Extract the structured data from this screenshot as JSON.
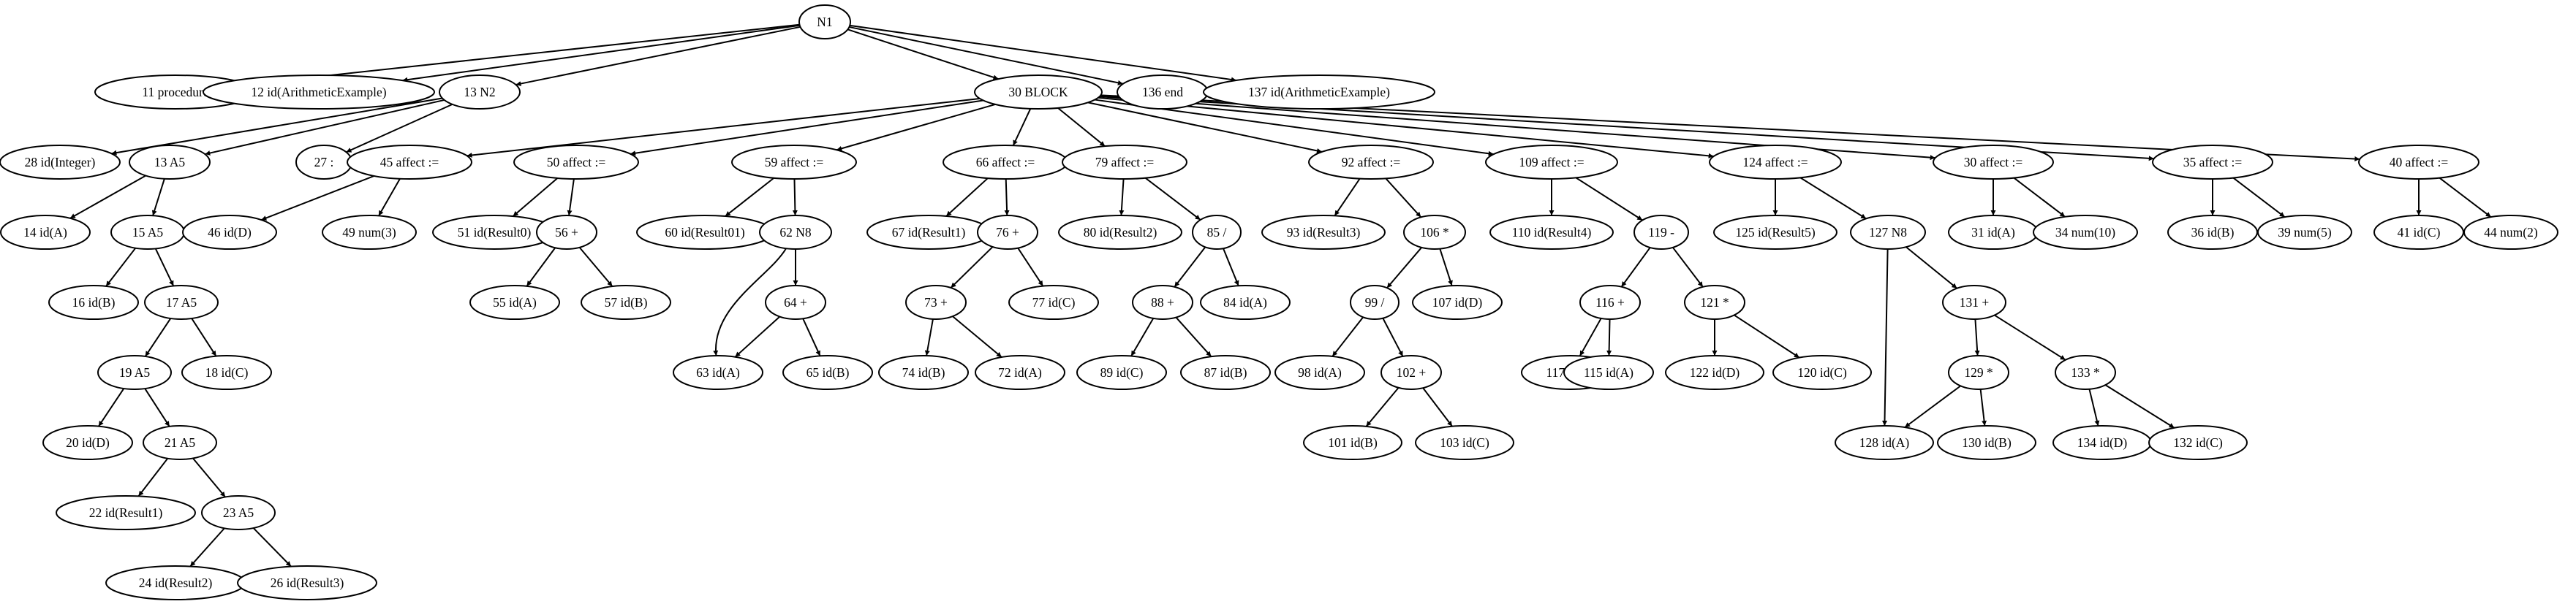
{
  "diagram": {
    "nodes": {
      "N1": "N1",
      "n11": "11 procedure",
      "n12": "12 id(ArithmeticExample)",
      "n13N2": "13 N2",
      "n30": "30 BLOCK",
      "n136": "136 end",
      "n137": "137 id(ArithmeticExample)",
      "n28": "28 id(Integer)",
      "n13A5": "13 A5",
      "n27": "27 :",
      "n14": "14 id(A)",
      "n15": "15 A5",
      "n16": "16 id(B)",
      "n17": "17 A5",
      "n19": "19 A5",
      "n18": "18 id(C)",
      "n20": "20 id(D)",
      "n21": "21 A5",
      "n22": "22 id(Result1)",
      "n23": "23 A5",
      "n24": "24 id(Result2)",
      "n26": "26 id(Result3)",
      "n45": "45 affect :=",
      "n46": "46 id(D)",
      "n49": "49 num(3)",
      "n50": "50 affect :=",
      "n51": "51 id(Result0)",
      "n56": "56 +",
      "n55": "55 id(A)",
      "n57": "57 id(B)",
      "n59": "59 affect :=",
      "n60": "60 id(Result01)",
      "n62": "62 N8",
      "n64": "64 +",
      "n63": "63 id(A)",
      "n65": "65 id(B)",
      "n66": "66 affect :=",
      "n67": "67 id(Result1)",
      "n76": "76 +",
      "n73": "73 +",
      "n77": "77 id(C)",
      "n74": "74 id(B)",
      "n72": "72 id(A)",
      "n79": "79 affect :=",
      "n80": "80 id(Result2)",
      "n85": "85 /",
      "n88": "88 +",
      "n84": "84 id(A)",
      "n89": "89 id(C)",
      "n87": "87 id(B)",
      "n92": "92 affect :=",
      "n93": "93 id(Result3)",
      "n106": "106 *",
      "n99": "99 /",
      "n107": "107 id(D)",
      "n98": "98 id(A)",
      "n102": "102 +",
      "n101": "101 id(B)",
      "n103": "103 id(C)",
      "n109": "109 affect :=",
      "n110": "110 id(Result4)",
      "n119": "119 -",
      "n116": "116 +",
      "n121": "121 *",
      "n117": "117 id(B)",
      "n115": "115 id(A)",
      "n122": "122 id(D)",
      "n120": "120 id(C)",
      "n124": "124 affect :=",
      "n125": "125 id(Result5)",
      "n127": "127 N8",
      "n131": "131 +",
      "n129": "129 *",
      "n133": "133 *",
      "n128": "128 id(A)",
      "n130": "130 id(B)",
      "n134": "134 id(D)",
      "n132": "132 id(C)",
      "n30a": "30 affect :=",
      "n31": "31 id(A)",
      "n34": "34 num(10)",
      "n35": "35 affect :=",
      "n36": "36 id(B)",
      "n39": "39 num(5)",
      "n40": "40 affect :=",
      "n41": "41 id(C)",
      "n44": "44 num(2)"
    }
  }
}
